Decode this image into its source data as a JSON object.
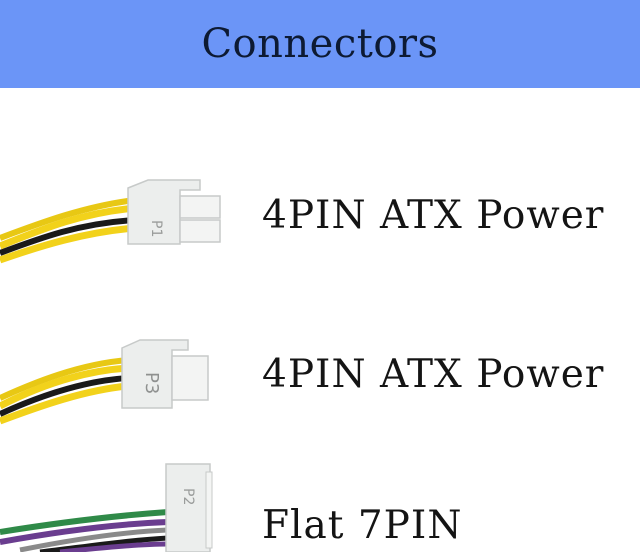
{
  "header": {
    "title": "Connectors",
    "background": "#6b95f7"
  },
  "connectors": [
    {
      "label": "4PIN ATX Power",
      "plug_text": "P1",
      "icon": "4pin-atx-connector-icon"
    },
    {
      "label": "4PIN ATX Power",
      "plug_text": "P3",
      "icon": "4pin-atx-connector-icon"
    },
    {
      "label": "Flat 7PIN",
      "plug_text": "P2",
      "icon": "flat-7pin-connector-icon"
    }
  ],
  "colors": {
    "wire_yellow": "#f2d21b",
    "wire_black": "#1a1a1a",
    "wire_purple": "#6a3d8f",
    "wire_green": "#2f8a48",
    "wire_gray": "#8a8a8a",
    "plug_body": "#eceeed"
  }
}
